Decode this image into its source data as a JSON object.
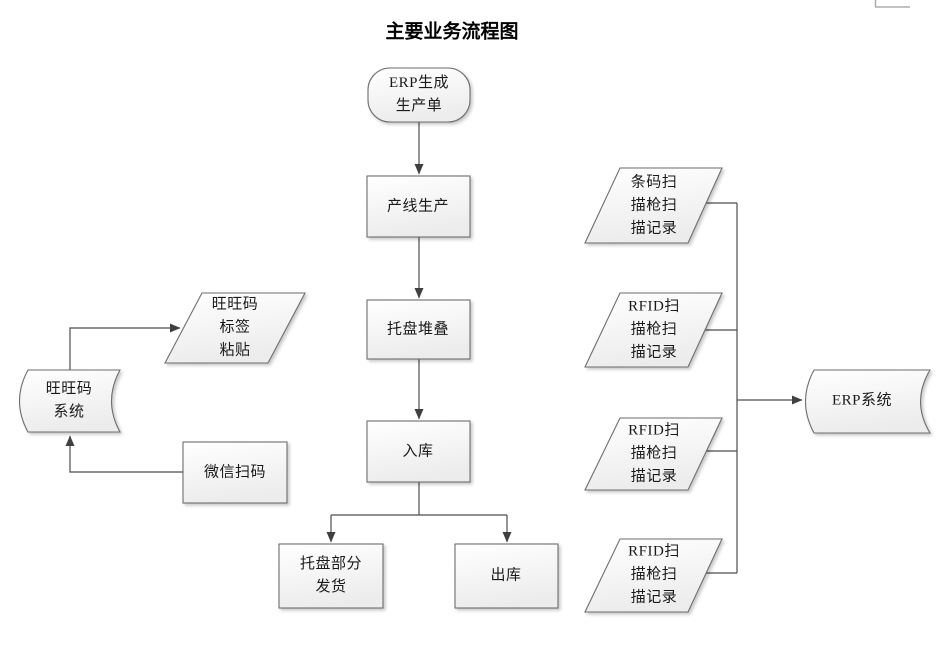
{
  "title": "主要业务流程图",
  "nodes": {
    "start": {
      "label": "ERP生成\n生产单",
      "shape": "terminator"
    },
    "production": {
      "label": "产线生产",
      "shape": "process"
    },
    "pallet_stack": {
      "label": "托盘堆叠",
      "shape": "process"
    },
    "inbound": {
      "label": "入库",
      "shape": "process"
    },
    "pallet_partial_ship": {
      "label": "托盘部分\n发货",
      "shape": "process"
    },
    "outbound": {
      "label": "出库",
      "shape": "process"
    },
    "wangwang_label_paste": {
      "label": "旺旺码\n标签\n粘贴",
      "shape": "parallelogram"
    },
    "wangwang_system": {
      "label": "旺旺码\n系统",
      "shape": "stored-data"
    },
    "wechat_scan": {
      "label": "微信扫码",
      "shape": "process"
    },
    "barcode_scan_record": {
      "label": "条码扫\n描枪扫\n描记录",
      "shape": "parallelogram"
    },
    "rfid_scan_record_1": {
      "label": "RFID扫\n描枪扫\n描记录",
      "shape": "parallelogram"
    },
    "rfid_scan_record_2": {
      "label": "RFID扫\n描枪扫\n描记录",
      "shape": "parallelogram"
    },
    "rfid_scan_record_3": {
      "label": "RFID扫\n描枪扫\n描记录",
      "shape": "parallelogram"
    },
    "erp_system": {
      "label": "ERP系统",
      "shape": "stored-data"
    }
  },
  "edges": [
    {
      "from": "start",
      "to": "production"
    },
    {
      "from": "production",
      "to": "pallet_stack"
    },
    {
      "from": "pallet_stack",
      "to": "inbound"
    },
    {
      "from": "inbound",
      "to": "pallet_partial_ship"
    },
    {
      "from": "inbound",
      "to": "outbound"
    },
    {
      "from": "wangwang_system",
      "to": "wangwang_label_paste"
    },
    {
      "from": "wechat_scan",
      "to": "wangwang_system"
    },
    {
      "from": "barcode_scan_record",
      "to": "erp_system"
    },
    {
      "from": "rfid_scan_record_1",
      "to": "erp_system"
    },
    {
      "from": "rfid_scan_record_2",
      "to": "erp_system"
    },
    {
      "from": "rfid_scan_record_3",
      "to": "erp_system"
    }
  ],
  "colors": {
    "shape_border": "#6e6e6e",
    "connector": "#4d4d4d",
    "arrowhead": "#404040",
    "fill_top": "#ffffff",
    "fill_bottom": "#ececec",
    "text": "#1a1a1a"
  }
}
